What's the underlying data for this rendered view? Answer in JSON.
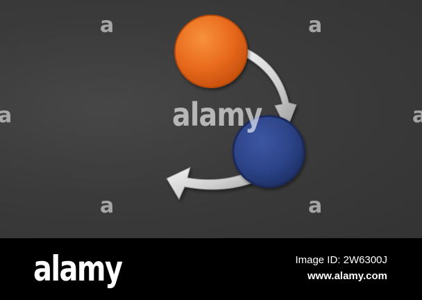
{
  "image": {
    "background_color": "#3a3a3a",
    "circles": [
      {
        "name": "orange-circle",
        "color": "#e86a1c"
      },
      {
        "name": "blue-circle",
        "color": "#2c4488"
      }
    ],
    "arrows": [
      {
        "name": "curved-arrow-orange-to-blue",
        "color": "#d9d9d9"
      },
      {
        "name": "curved-arrow-blue-outgoing",
        "color": "#d9d9d9"
      }
    ]
  },
  "watermark": {
    "corner_glyph": "a",
    "center_text": "alamy"
  },
  "banner": {
    "logo_text": "alamy",
    "image_id": "Image ID: 2W6300J",
    "url": "www.alamy.com",
    "background_color": "#000000"
  }
}
